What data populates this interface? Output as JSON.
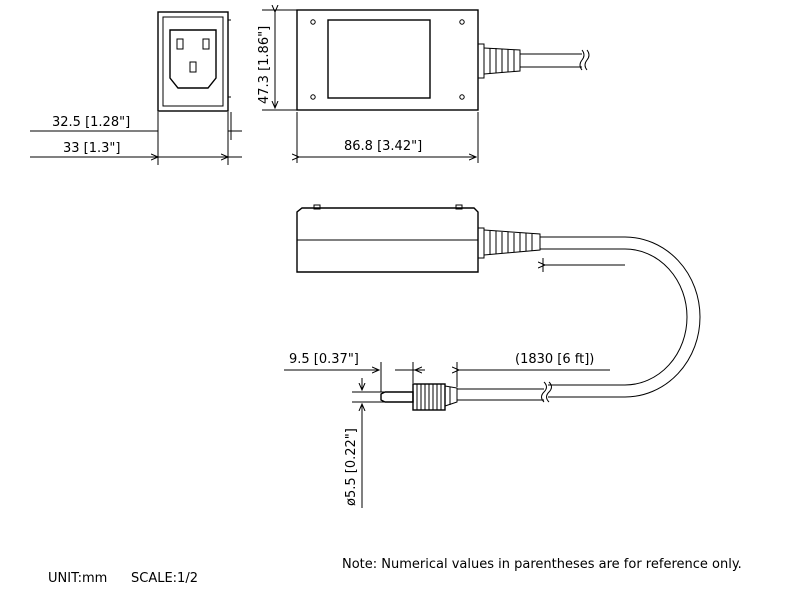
{
  "dimensions": {
    "depth_a": "32.5 [1.28\"]",
    "depth_b": "33 [1.3\"]",
    "height": "47.3 [1.86\"]",
    "width": "86.8 [3.42\"]",
    "plug_length": "9.5 [0.37\"]",
    "cable_length": "(1830 [6 ft])",
    "plug_diameter": "ø5.5 [0.22\"]"
  },
  "footer": {
    "unit": "UNIT:mm",
    "scale": "SCALE:1/2",
    "note": "Note: Numerical values in parentheses are for reference only."
  }
}
